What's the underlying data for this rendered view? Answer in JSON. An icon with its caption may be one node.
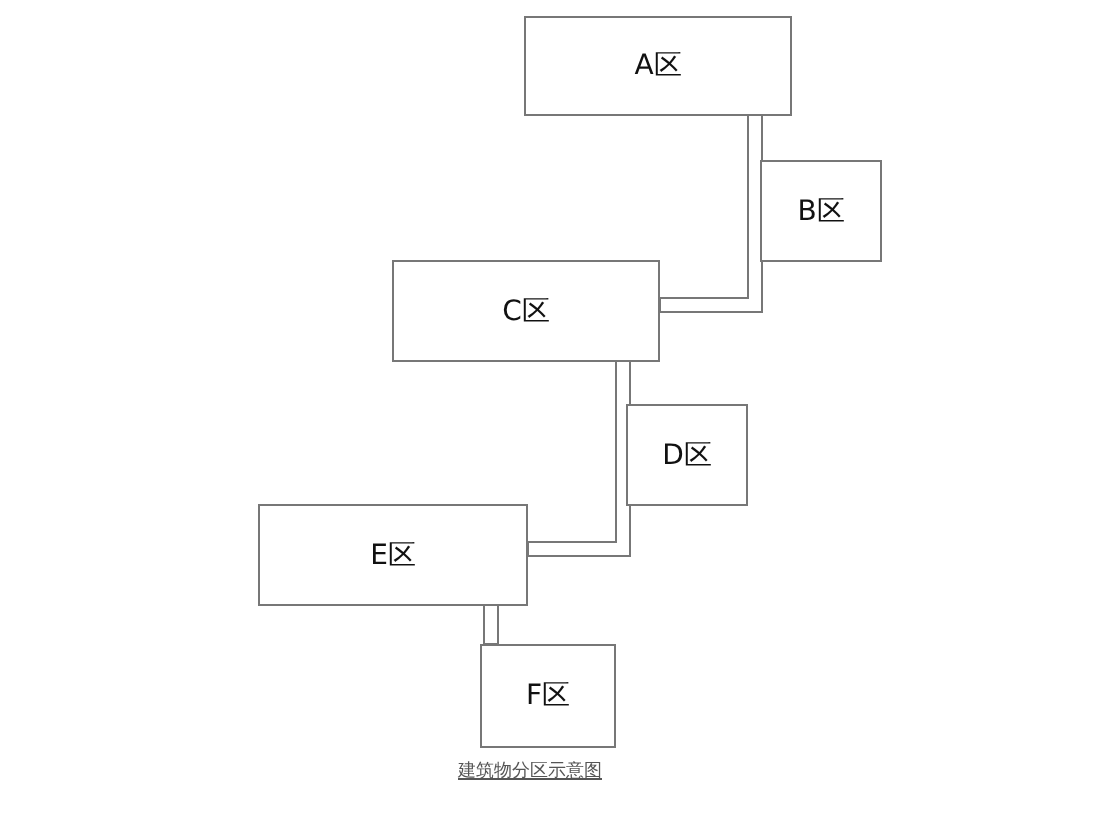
{
  "diagram": {
    "caption": "建筑物分区示意图",
    "nodes": [
      {
        "text": [
          "A区"
        ]
      },
      {
        "text": [
          "B区"
        ]
      },
      {
        "text": [
          "C区"
        ]
      },
      {
        "text": [
          "D区"
        ]
      },
      {
        "text": [
          "E区"
        ]
      },
      {
        "text": [
          "F区"
        ]
      }
    ],
    "edges": [
      {
        "from": 0,
        "to": 2,
        "arrow": "none"
      },
      {
        "from": 2,
        "to": 4,
        "arrow": "none"
      },
      {
        "from": 4,
        "to": 5,
        "arrow": "none"
      }
    ]
  }
}
